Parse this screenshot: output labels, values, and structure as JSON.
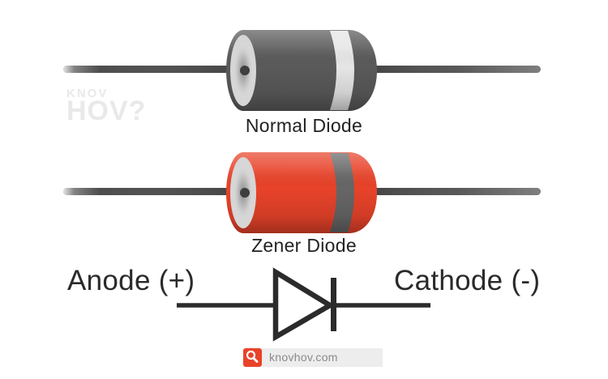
{
  "watermark": {
    "line1": "KNOV",
    "line2": "HOV?",
    "color": "#e9e9e9"
  },
  "diodes": {
    "normal": {
      "label": "Normal Diode",
      "body_color": "#5a5a5a",
      "band_color": "#e6e6e6",
      "face_color": "#d6d6d6",
      "lead_color": "#4d4d4d"
    },
    "zener": {
      "label": "Zener Diode",
      "body_color": "#e8432a",
      "band_color": "#666666",
      "face_color": "#d6d6d6",
      "lead_color": "#4d4d4d"
    }
  },
  "symbol": {
    "anode": "Anode (+)",
    "cathode": "Cathode (-)",
    "stroke_color": "#2b2b2b"
  },
  "footer": {
    "site": "knovhov.com",
    "badge_color": "#e8432a",
    "field_color": "#ededed",
    "icon": "search-icon"
  }
}
